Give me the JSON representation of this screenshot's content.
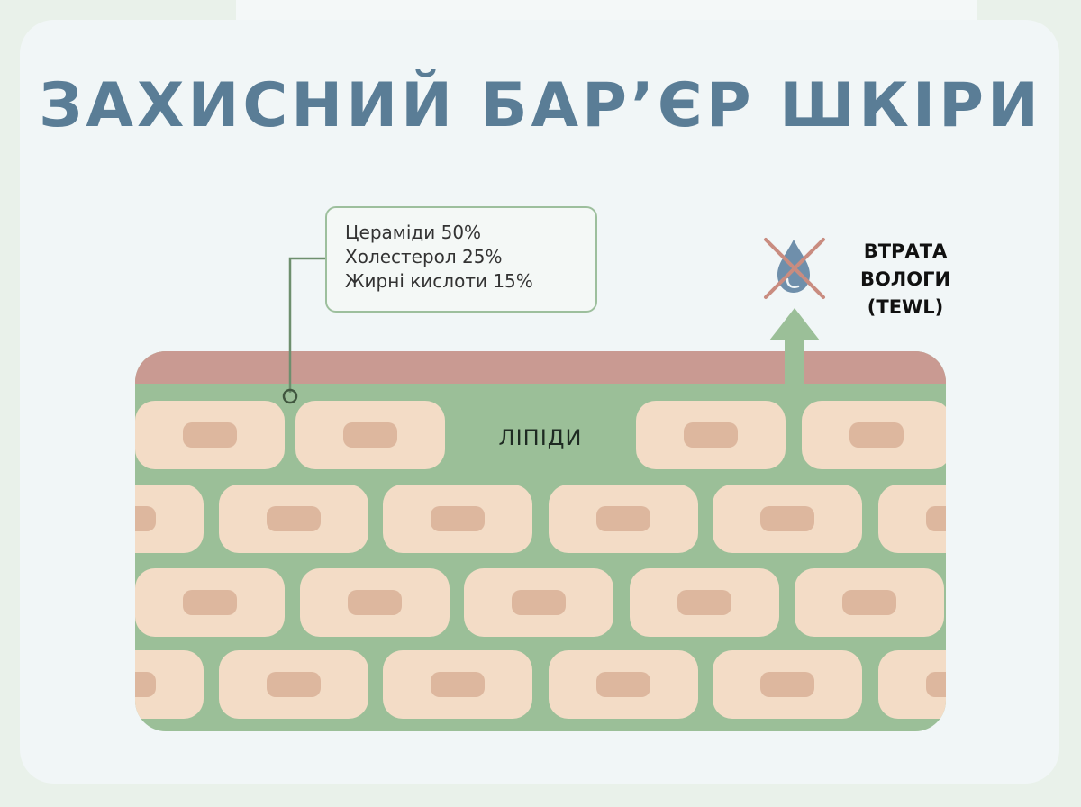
{
  "title": "ЗАХИСНИЙ БАР’ЄР ШКІРИ",
  "legend": {
    "lines": [
      "Цераміди 50%",
      "Холестерол 25%",
      "Жирні кислоти 15%"
    ]
  },
  "lipids_label": "ЛІПІДИ",
  "moisture_loss": {
    "lines": [
      "ВТРАТА",
      "ВОЛОГИ",
      "(TEWL)"
    ],
    "icon": "crossed-water-drop-icon",
    "arrow": "up-arrow-icon"
  },
  "colors": {
    "title": "#5a7d96",
    "surface_layer": "#c99a92",
    "lipid_matrix": "#9bbf98",
    "cell": "#f3dcc6",
    "nucleus": "#ddb79e",
    "connector": "#7fa47f",
    "cross": "#c98c80",
    "drop": "#6f8fab"
  }
}
